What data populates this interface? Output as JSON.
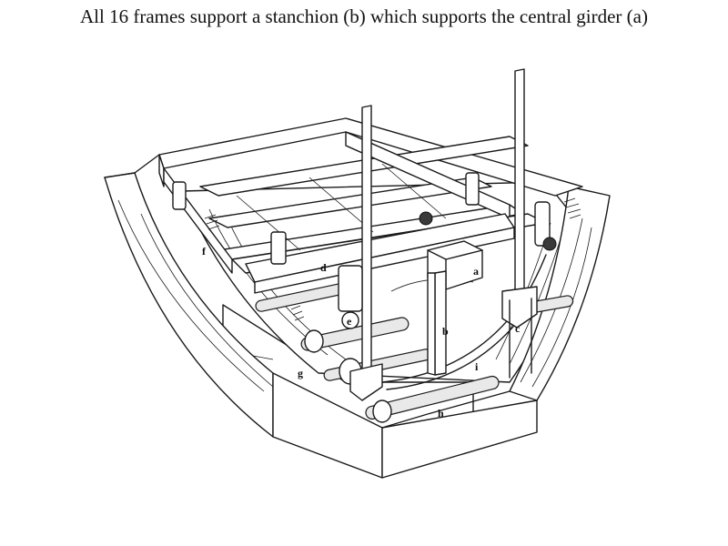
{
  "caption": "All 16 frames support a stanchion (b) which supports the central girder (a)",
  "labels": {
    "a": "a",
    "b": "b",
    "c": "c",
    "d": "d",
    "e": "e",
    "f": "f",
    "g": "g",
    "h": "h",
    "i": "i"
  }
}
